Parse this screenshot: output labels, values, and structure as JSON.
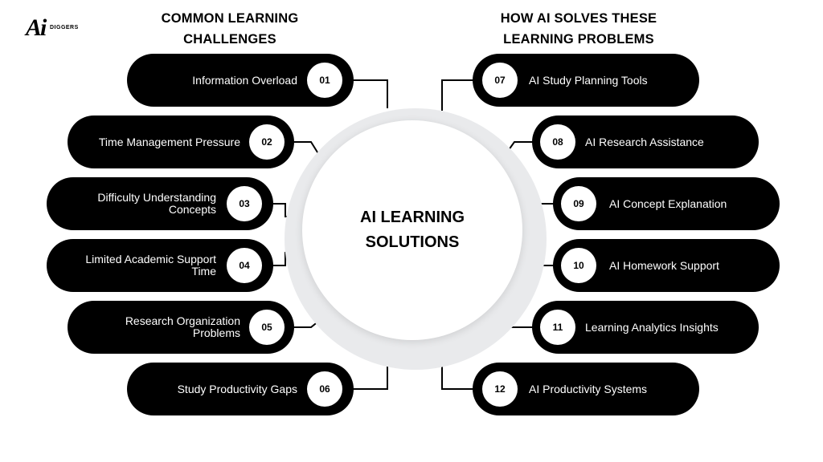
{
  "logo": {
    "mark": "Ai",
    "text": "DIGGERS"
  },
  "left_heading": "COMMON LEARNING\nCHALLENGES",
  "right_heading": "HOW AI SOLVES THESE\nLEARNING PROBLEMS",
  "center": {
    "title": "AI LEARNING\nSOLUTIONS"
  },
  "challenges": [
    {
      "number": "01",
      "label": "Information Overload"
    },
    {
      "number": "02",
      "label": "Time Management Pressure"
    },
    {
      "number": "03",
      "label": "Difficulty Understanding Concepts"
    },
    {
      "number": "04",
      "label": "Limited Academic Support Time"
    },
    {
      "number": "05",
      "label": "Research Organization Problems"
    },
    {
      "number": "06",
      "label": "Study Productivity Gaps"
    }
  ],
  "solutions": [
    {
      "number": "07",
      "label": "AI Study Planning Tools"
    },
    {
      "number": "08",
      "label": "AI Research Assistance"
    },
    {
      "number": "09",
      "label": "AI Concept Explanation"
    },
    {
      "number": "10",
      "label": "AI Homework Support"
    },
    {
      "number": "11",
      "label": "Learning Analytics Insights"
    },
    {
      "number": "12",
      "label": "AI Productivity Systems"
    }
  ],
  "colors": {
    "pill": "#000000",
    "badge": "#ffffff",
    "ring": "#e9eaec",
    "background": "#ffffff"
  }
}
